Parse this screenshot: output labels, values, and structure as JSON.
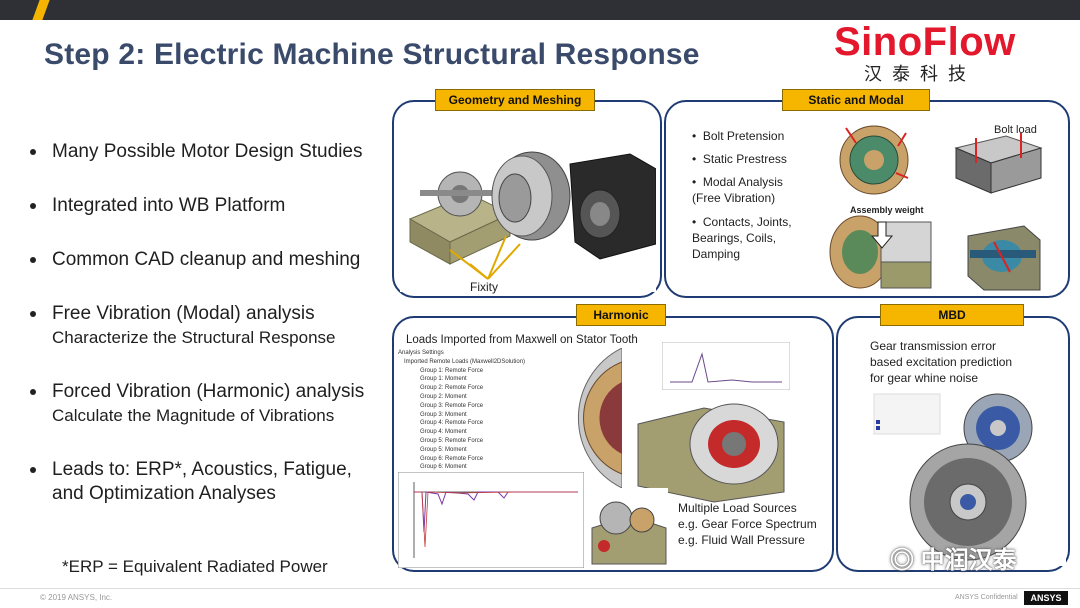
{
  "title": "Step 2:  Electric Machine Structural Response",
  "logo": {
    "main": "SinoFlow",
    "sub": "汉泰科技"
  },
  "bullets": [
    {
      "main": "Many Possible Motor Design Studies",
      "second": ""
    },
    {
      "main": "Integrated into WB Platform",
      "second": ""
    },
    {
      "main": "Common CAD cleanup and meshing",
      "second": ""
    },
    {
      "main": "Free Vibration (Modal) analysis",
      "second": "Characterize the Structural Response"
    },
    {
      "main": "Forced Vibration (Harmonic) analysis",
      "second": "Calculate the Magnitude of Vibrations"
    },
    {
      "main": "Leads to: ERP*, Acoustics, Fatigue,",
      "second": "and Optimization Analyses"
    }
  ],
  "footnote": "*ERP = Equivalent Radiated Power",
  "panels": {
    "geometry": {
      "label": "Geometry and Meshing",
      "fixity": "Fixity"
    },
    "static": {
      "label": "Static and Modal",
      "items": [
        "Bolt Pretension",
        "Static Prestress",
        "Modal Analysis\n(Free Vibration)",
        "Contacts, Joints,\nBearings, Coils,\nDamping"
      ],
      "bolt_load": "Bolt load",
      "assembly_weight": "Assembly weight"
    },
    "harmonic": {
      "label": "Harmonic",
      "caption": "Loads Imported  from  Maxwell on Stator Tooth",
      "tree": [
        "Analysis Settings",
        "Imported Remote Loads (Maxwell2DSolution)",
        "Group 1: Remote Force",
        "Group 1: Moment",
        "Group 2: Remote Force",
        "Group 2: Moment",
        "Group 3: Remote Force",
        "Group 3: Moment",
        "Group 4: Remote Force",
        "Group 4: Moment",
        "Group 5: Remote Force",
        "Group 5: Moment",
        "Group 6: Remote Force",
        "Group 6: Moment"
      ],
      "sources": [
        "Multiple Load Sources",
        "e.g. Gear Force Spectrum",
        "e.g. Fluid Wall Pressure"
      ]
    },
    "mbd": {
      "label": "MBD",
      "caption": [
        "Gear transmission error",
        "based excitation prediction",
        "for gear whine noise"
      ]
    }
  },
  "footer": {
    "copyright": "© 2019 ANSYS, Inc.",
    "confidential": "ANSYS Confidential",
    "brand": "ANSYS"
  },
  "watermark": "中润汉泰"
}
